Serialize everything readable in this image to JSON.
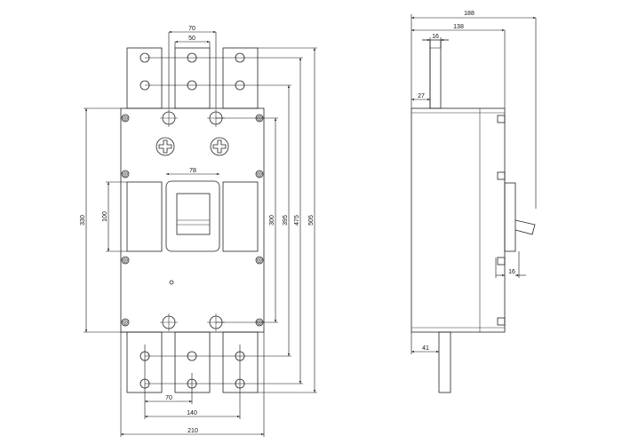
{
  "title": "Circuit breaker outline dimensions",
  "front_view": {
    "dims": {
      "top_terminal_spacing_outer": "70",
      "top_terminal_spacing_inner": "50",
      "handle_window_width": "78",
      "height_body": "330",
      "side_panel_height": "100",
      "terminal_screw_spacing": "300",
      "inner_hole_rows": "395",
      "outer_hole_rows": "475",
      "overall_height": "505",
      "bottom_hole_pitch": "70",
      "bottom_hole_span": "140",
      "overall_width": "210"
    }
  },
  "side_view": {
    "dims": {
      "overall_depth": "188",
      "body_depth": "138",
      "top_terminal_thickness": "16",
      "top_terminal_offset": "27",
      "handle_protrusion": "16",
      "bottom_terminal_offset": "41"
    }
  }
}
